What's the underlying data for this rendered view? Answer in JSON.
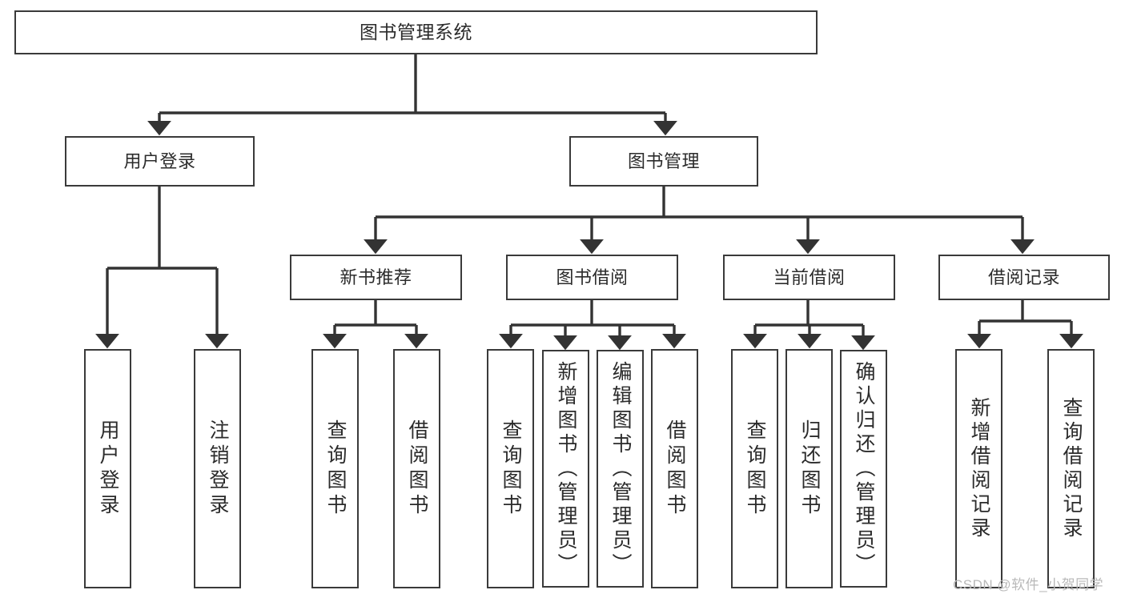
{
  "diagram": {
    "title": "图书管理系统",
    "type": "hierarchy-tree",
    "watermark": "CSDN @软件_小贺同学",
    "colors": {
      "background": "#ffffff",
      "border": "#3a3a3a",
      "text": "#2b2b2b",
      "edge": "#333333",
      "watermark": "#b9b9b9"
    },
    "nodes": {
      "root": {
        "label": "图书管理系统"
      },
      "level1": [
        {
          "id": "user-login",
          "label": "用户登录"
        },
        {
          "id": "book-manage",
          "label": "图书管理"
        }
      ],
      "level2": [
        {
          "id": "new-book-recommend",
          "label": "新书推荐"
        },
        {
          "id": "book-borrow",
          "label": "图书借阅"
        },
        {
          "id": "current-borrow",
          "label": "当前借阅"
        },
        {
          "id": "borrow-record",
          "label": "借阅记录"
        }
      ],
      "leaves": {
        "user-login": [
          {
            "id": "leaf-user-login",
            "label": "用户登录"
          },
          {
            "id": "leaf-logout-login",
            "label": "注销登录"
          }
        ],
        "new-book-recommend": [
          {
            "id": "leaf-query-book-1",
            "label": "查询图书"
          },
          {
            "id": "leaf-borrow-book-1",
            "label": "借阅图书"
          }
        ],
        "book-borrow": [
          {
            "id": "leaf-query-book-2",
            "label": "查询图书"
          },
          {
            "id": "leaf-add-book-admin",
            "label": "新增图书（管理员）"
          },
          {
            "id": "leaf-edit-book-admin",
            "label": "编辑图书（管理员）"
          },
          {
            "id": "leaf-borrow-book-2",
            "label": "借阅图书"
          }
        ],
        "current-borrow": [
          {
            "id": "leaf-query-book-3",
            "label": "查询图书"
          },
          {
            "id": "leaf-return-book",
            "label": "归还图书"
          },
          {
            "id": "leaf-confirm-return-admin",
            "label": "确认归还（管理员）"
          }
        ],
        "borrow-record": [
          {
            "id": "leaf-add-borrow-record",
            "label": "新增借阅记录"
          },
          {
            "id": "leaf-query-borrow-record",
            "label": "查询借阅记录"
          }
        ]
      }
    }
  }
}
